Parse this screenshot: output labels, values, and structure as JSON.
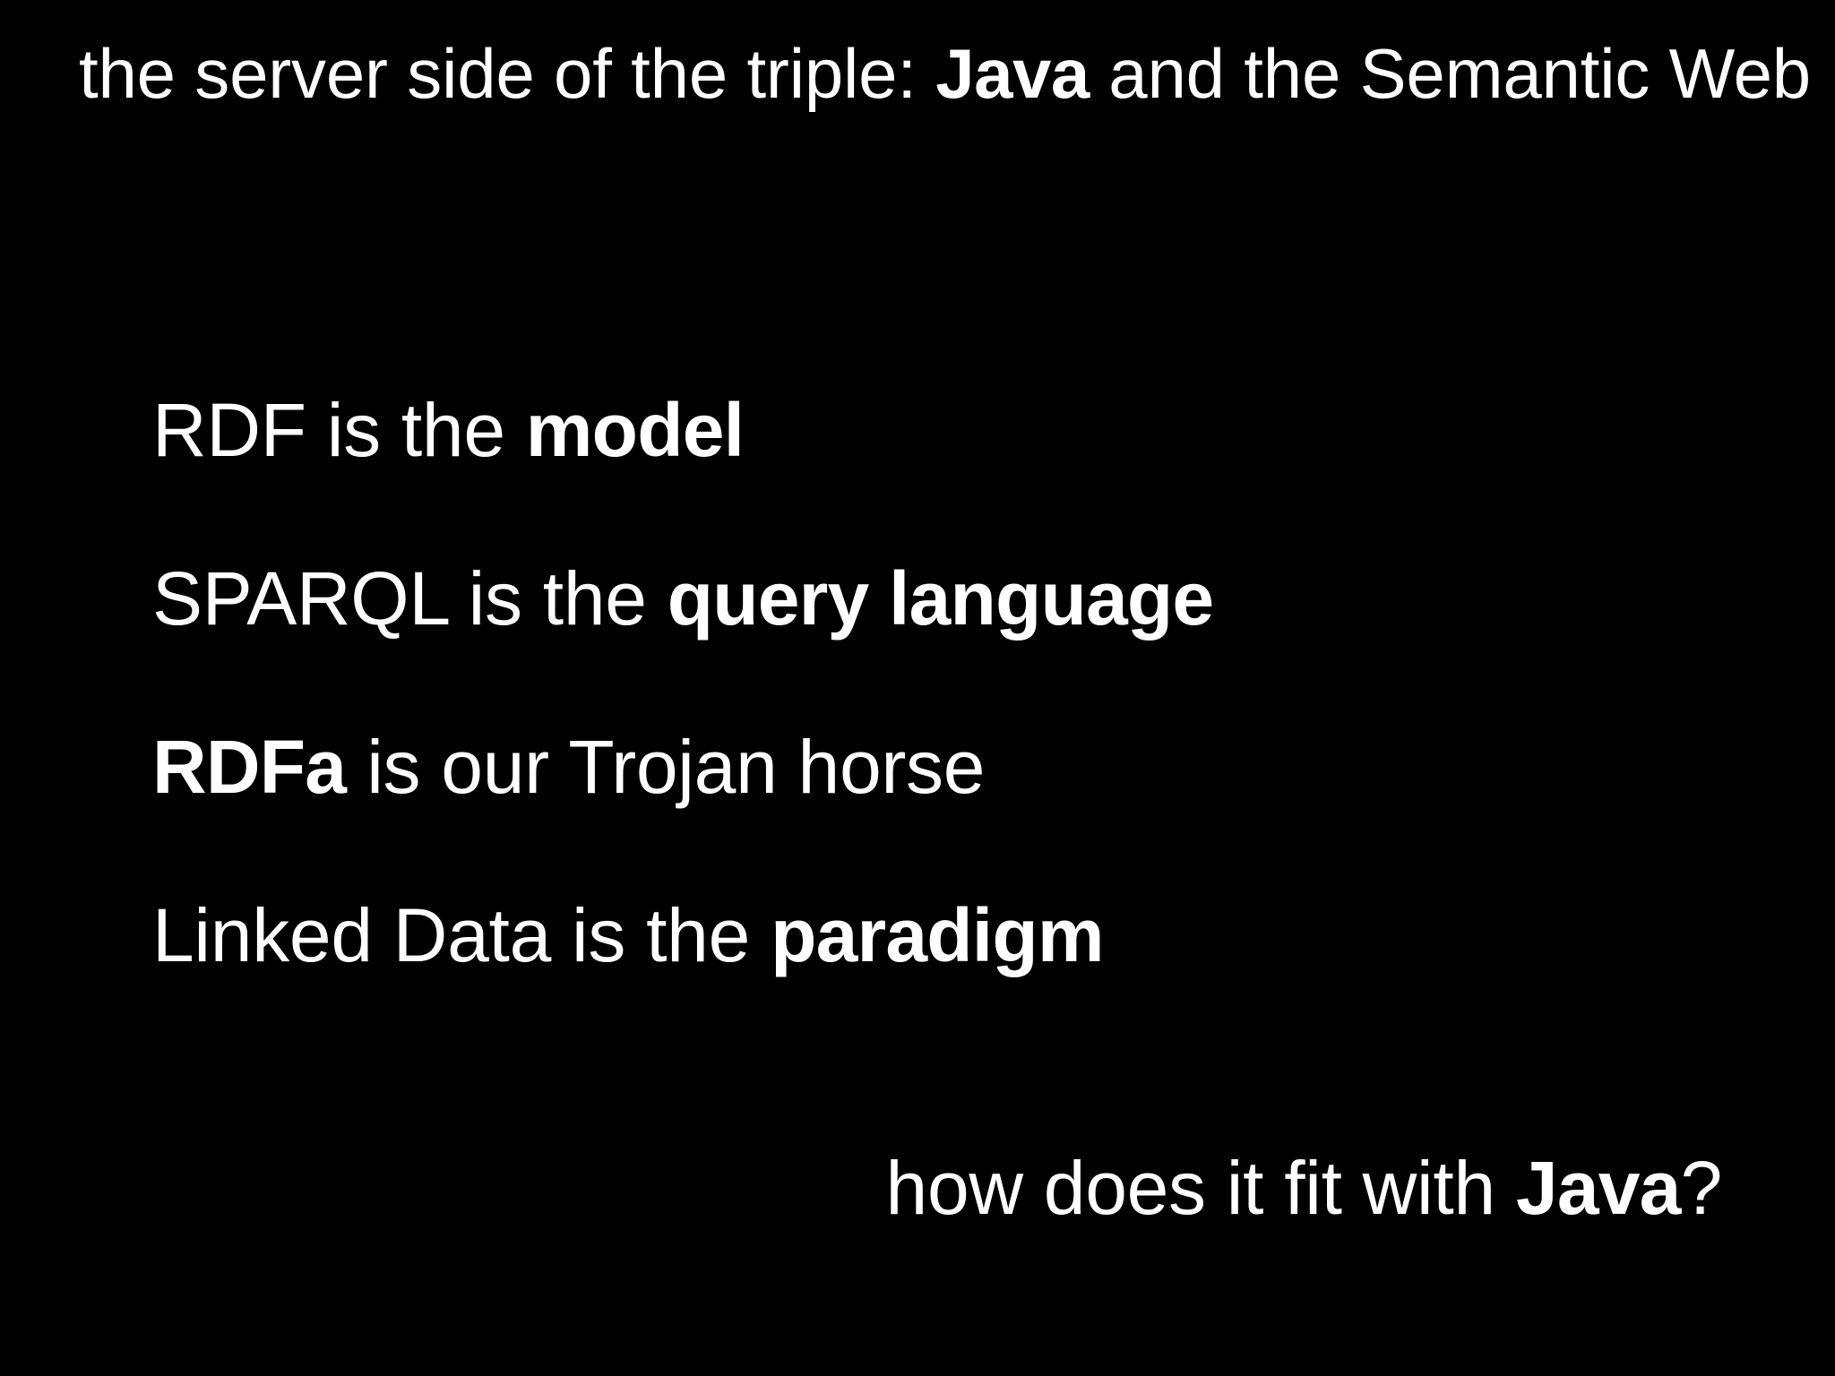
{
  "slide": {
    "background_color": "#000000",
    "text_color": "#ffffff",
    "title": {
      "lead": "the server side of the triple: ",
      "emphasis": "Java",
      "tail": " and the Semantic Web"
    },
    "bullets": [
      {
        "lead": "RDF is the ",
        "emphasis": "model",
        "tail": ""
      },
      {
        "lead": "SPARQL is the ",
        "emphasis": "query language",
        "tail": ""
      },
      {
        "lead": "",
        "emphasis": "RDFa",
        "tail": " is our Trojan horse"
      },
      {
        "lead": "Linked Data is the ",
        "emphasis": "paradigm",
        "tail": ""
      }
    ],
    "closing": {
      "lead": "how does it fit with ",
      "emphasis": "Java",
      "tail": "?"
    }
  }
}
